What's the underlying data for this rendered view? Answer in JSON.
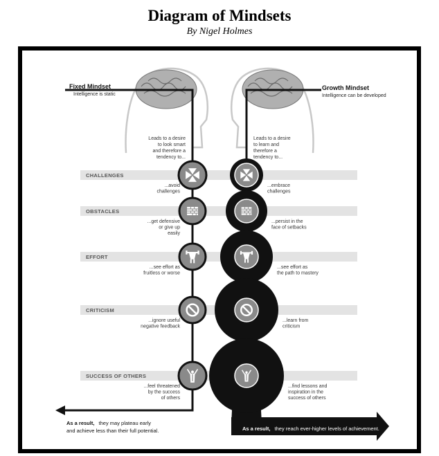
{
  "header": {
    "title": "Diagram of Mindsets",
    "byline": "By Nigel Holmes"
  },
  "fixed": {
    "name": "Fixed Mindset",
    "tagline": "Intelligence is static",
    "desire": [
      "Leads to a desire",
      "to look smart",
      "and therefore a",
      "tendency to..."
    ],
    "result_lead": "As a result,",
    "result_lines": [
      "they may plateau early",
      "and achieve less than their full potential."
    ]
  },
  "growth": {
    "name": "Growth Mindset",
    "tagline": "Intelligence can be developed",
    "desire": [
      "Leads to a desire",
      "to learn and",
      "therefore a",
      "tendency to..."
    ],
    "result_lead": "As a result,",
    "result_line": "they reach ever-higher levels of achievement."
  },
  "rows": [
    {
      "category": "CHALLENGES",
      "icon": "arrows-icon",
      "fixed_text": [
        "...avoid",
        "challenges"
      ],
      "growth_text": [
        "...embrace",
        "challenges"
      ],
      "growth_level": 1
    },
    {
      "category": "OBSTACLES",
      "icon": "brick-wall-icon",
      "fixed_text": [
        "...get defensive",
        "or give up",
        "easily"
      ],
      "growth_text": [
        "...persist in the",
        "face of setbacks"
      ],
      "growth_level": 2
    },
    {
      "category": "EFFORT",
      "icon": "weightlifter-icon",
      "fixed_text": [
        "...see effort as",
        "fruitless or worse"
      ],
      "growth_text": [
        "...see effort as",
        "the path to mastery"
      ],
      "growth_level": 3
    },
    {
      "category": "CRITICISM",
      "icon": "no-sign-icon",
      "fixed_text": [
        "...ignore useful",
        "negative feedback"
      ],
      "growth_text": [
        "...learn from",
        "criticism"
      ],
      "growth_level": 4
    },
    {
      "category": "SUCCESS OF OTHERS",
      "icon": "trophy-person-icon",
      "fixed_text": [
        "...feel threatened",
        "by the success",
        "of others"
      ],
      "growth_text": [
        "...find lessons and",
        "inspiration in the",
        "success of others"
      ],
      "growth_level": 5
    }
  ],
  "colors": {
    "ink": "#111111",
    "band": "#d9d9d9",
    "icon_gray": "#8a8a8a",
    "brain": "#a8a8a8"
  }
}
